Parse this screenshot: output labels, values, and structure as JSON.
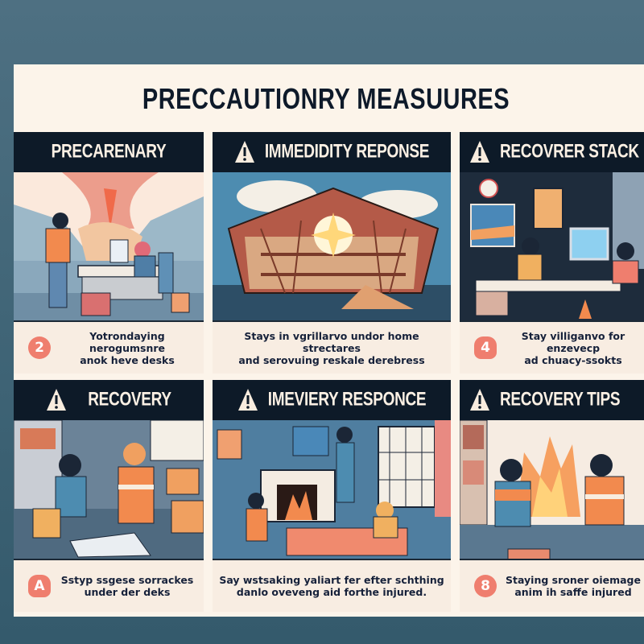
{
  "poster": {
    "title": "PRECCAUTIONRY MEASUURES"
  },
  "colors": {
    "background": "#426779",
    "poster_bg": "#fcf4ea",
    "header_bg": "#0d1a28",
    "header_text": "#fbf0e4",
    "badge": "#ef7e6e",
    "caption_text": "#16213a",
    "accent_orange": "#f28a4e"
  },
  "panels": [
    {
      "header": "PRECARENARY",
      "warning_icon": false,
      "illustration": "worker-in-safety-vest-helping-woman-at-desk-mountains-storm",
      "caption_badge": "2",
      "caption_lines": [
        "Yotrondaying nerogumsnre",
        "anok heve desks"
      ]
    },
    {
      "header": "IMMEDIDITY REPONSE",
      "warning_icon": true,
      "illustration": "collapsing-house-cross-section-explosion",
      "caption_badge": "",
      "caption_lines": [
        "Stays in vgrillarvo undor home strectares",
        "and serovuing reskale derebress"
      ]
    },
    {
      "header": "RECOVRER STACK",
      "warning_icon": true,
      "illustration": "two-women-working-at-desk-with-computer-in-office",
      "caption_badge": "4",
      "caption_lines": [
        "Stay villiganvo for enzevecp",
        "ad chuacy-ssokts"
      ]
    },
    {
      "header": "RECOVERY",
      "warning_icon": true,
      "illustration": "worker-in-hardhat-helping-boy-on-floor",
      "caption_badge": "A",
      "caption_lines": [
        "Sstyp ssgese sorrackes",
        "under der deks"
      ]
    },
    {
      "header": "IMEVIERY RESPONCE",
      "warning_icon": true,
      "illustration": "living-room-fireplace-with-people-and-mattress",
      "caption_badge": "",
      "caption_lines": [
        "Say wstsaking yaliart fer efter schthing",
        "danlo oveveng aid forthe injured."
      ]
    },
    {
      "header": "RECOVERY TIPS",
      "warning_icon": true,
      "illustration": "two-workers-kneeling-before-fire",
      "caption_badge": "8",
      "caption_lines": [
        "Staying sroner oiemage",
        "anim ih saffe injured"
      ]
    }
  ]
}
